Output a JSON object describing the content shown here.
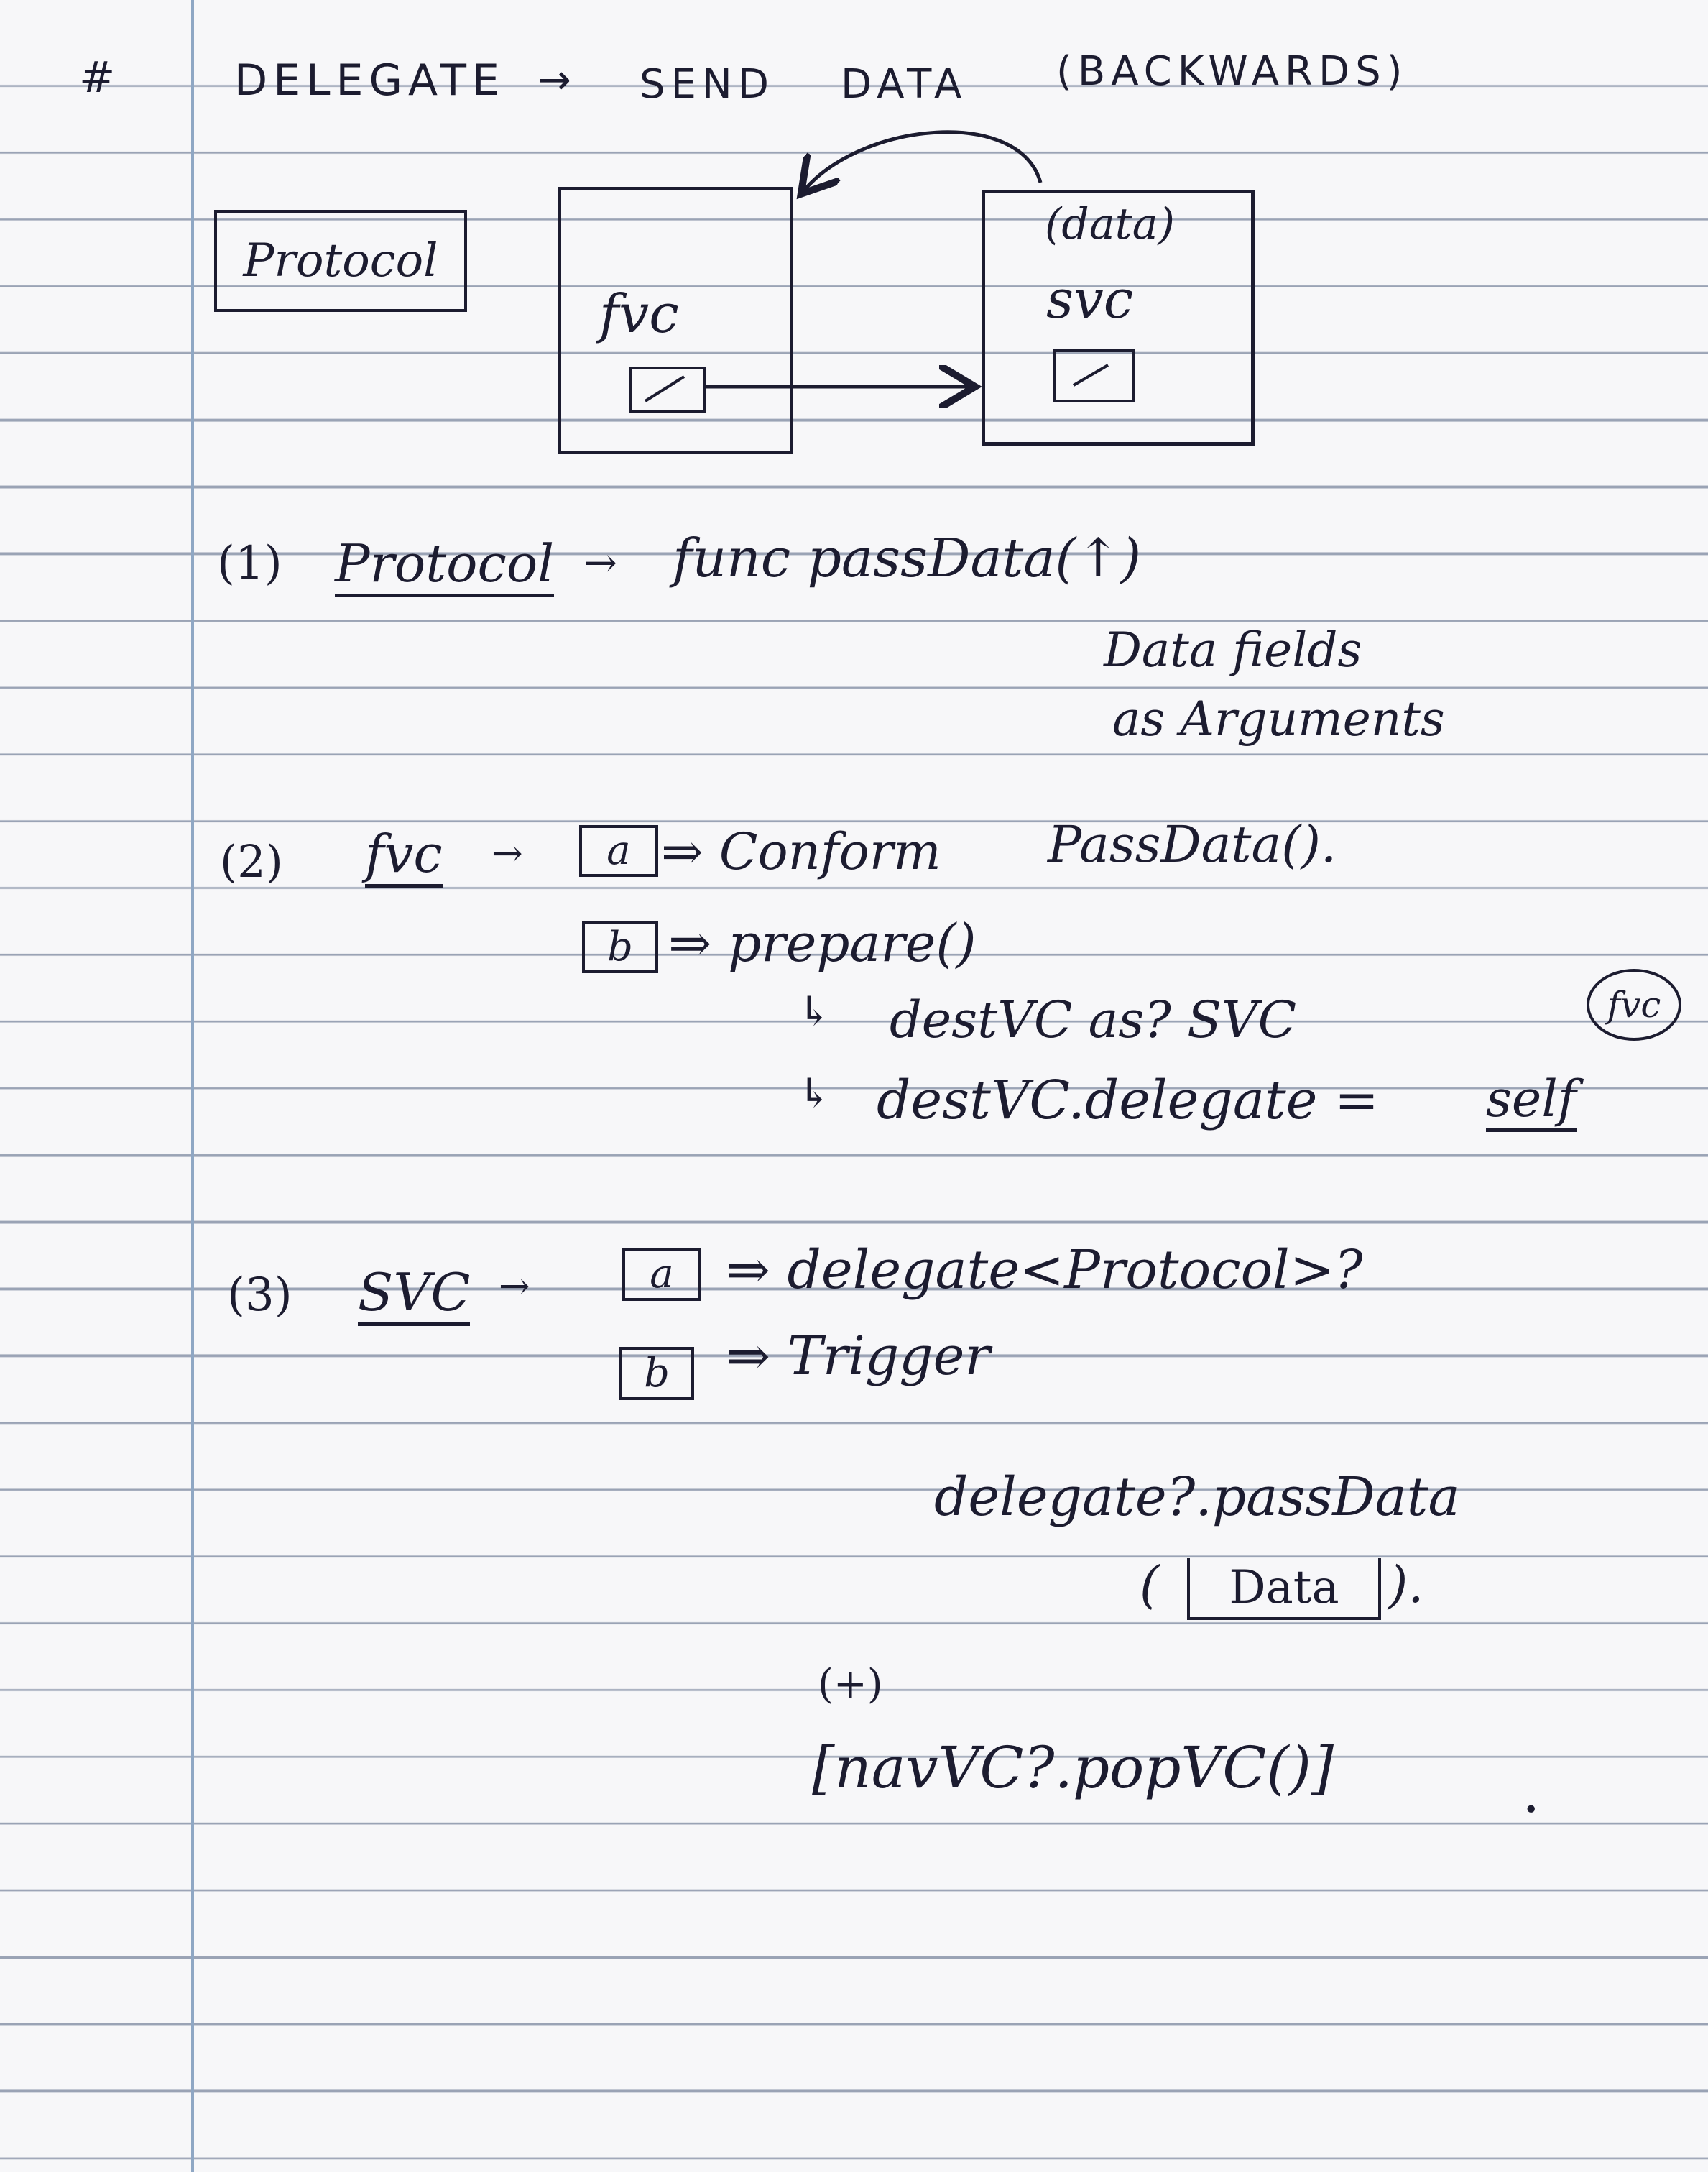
{
  "title": {
    "hash": "#",
    "delegate": "DELEGATE",
    "arrow": "→",
    "send": "SEND",
    "data": "DATA",
    "backwards": "(BACKWARDS)"
  },
  "diagram": {
    "protocol_label": "Protocol",
    "fvc_label": "fvc",
    "svc_data_label": "(data)",
    "svc_label": "svc"
  },
  "step1": {
    "number": "(1)",
    "subject": "Protocol",
    "arrow": "→",
    "code": "func passData(↑)",
    "note_line1": "Data fields",
    "note_line2": "as Arguments"
  },
  "step2": {
    "number": "(2)",
    "subject": "fvc",
    "arrow": "→",
    "a_box": "a",
    "a_text": "⇒ Conform",
    "a_right": "PassData().",
    "b_box": "b",
    "b_text": "⇒ prepare()",
    "sub1_arrow": "↳",
    "sub1": "destVC as? SVC",
    "sub2_arrow": "↳",
    "sub2_left": "destVC.delegate =",
    "sub2_right": "self",
    "circled_note": "fvc"
  },
  "step3": {
    "number": "(3)",
    "subject": "SVC",
    "arrow": "→",
    "a_box": "a",
    "a_text": "⇒ delegate<Protocol>?",
    "b_box": "b",
    "b_text": "⇒ Trigger",
    "call_line1": "delegate?.passData",
    "call_open": "(",
    "call_data": "Data",
    "call_close": ").",
    "plus": "(+)",
    "nav": "[navVC?.popVC()]",
    "nav_dot": "."
  }
}
